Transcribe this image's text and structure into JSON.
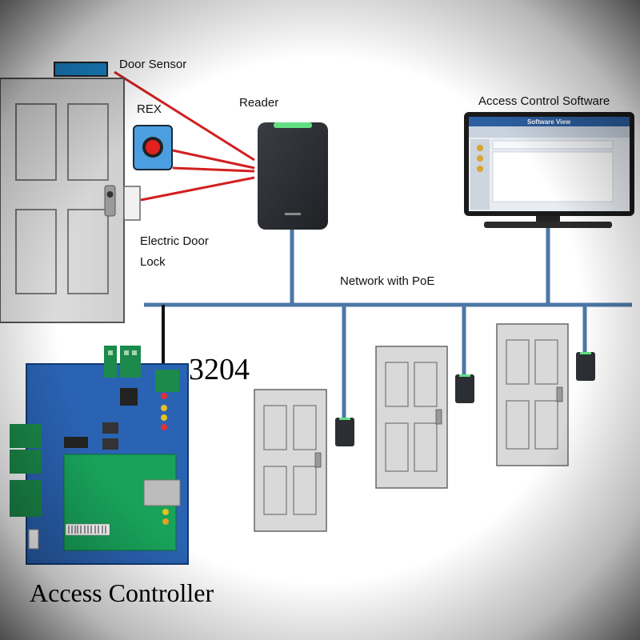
{
  "labels": {
    "door_sensor": "Door Sensor",
    "rex": "REX",
    "reader": "Reader",
    "software": "Access Control Software",
    "lock_line1": "Electric Door",
    "lock_line2": "Lock",
    "network": "Network with PoE",
    "model": "3204",
    "controller": "Access Controller",
    "monitor_title": "Software View"
  },
  "colors": {
    "wire_red": "#d21f1f",
    "network_blue": "#4c77a6",
    "sensor_blue": "#1a84c8",
    "board_blue": "#2a63b3",
    "board_green": "#18a35a",
    "reader_led": "#63df82"
  },
  "icons": {
    "rex_button": "rex-push-button-icon",
    "reader": "card-reader-icon",
    "monitor": "monitor-icon",
    "controller": "controller-board-icon",
    "door": "door-icon"
  }
}
